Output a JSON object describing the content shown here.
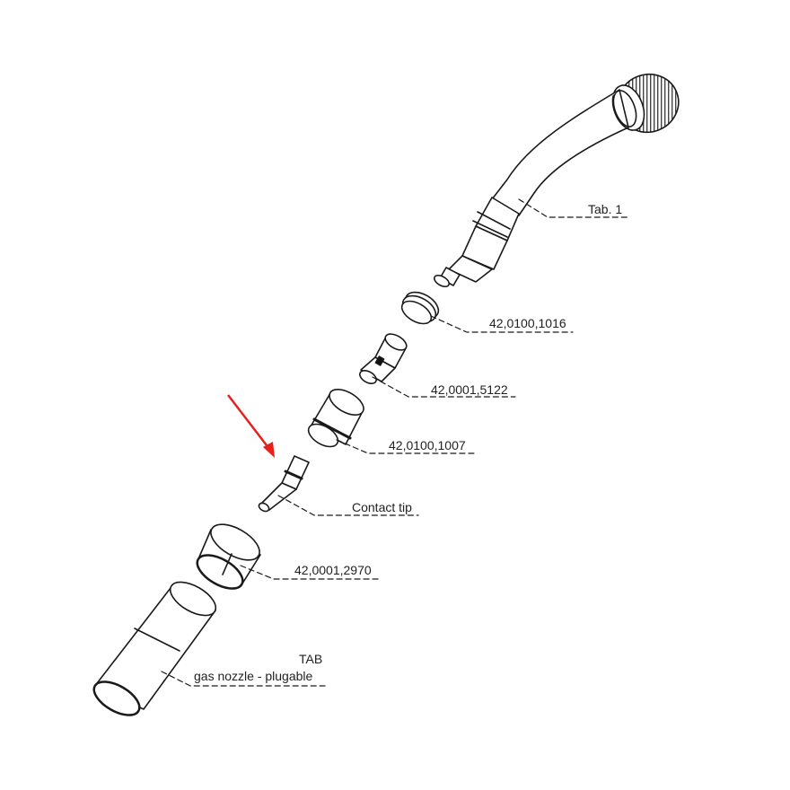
{
  "diagram": {
    "title": "Welding torch neck exploded view",
    "highlight_arrow_color": "#e8201c",
    "line_color": "#1a1a1a",
    "labels": [
      {
        "id": "tab1",
        "text": "Tab. 1"
      },
      {
        "id": "p1016",
        "text": "42,0100,1016"
      },
      {
        "id": "p5122",
        "text": "42,0001,5122"
      },
      {
        "id": "p1007",
        "text": "42,0100,1007"
      },
      {
        "id": "contact_tip",
        "text": "Contact tip"
      },
      {
        "id": "p2970",
        "text": "42,0001,2970"
      },
      {
        "id": "tab",
        "text": "TAB"
      },
      {
        "id": "gas_nozzle",
        "text": "gas nozzle - plugable"
      }
    ]
  }
}
